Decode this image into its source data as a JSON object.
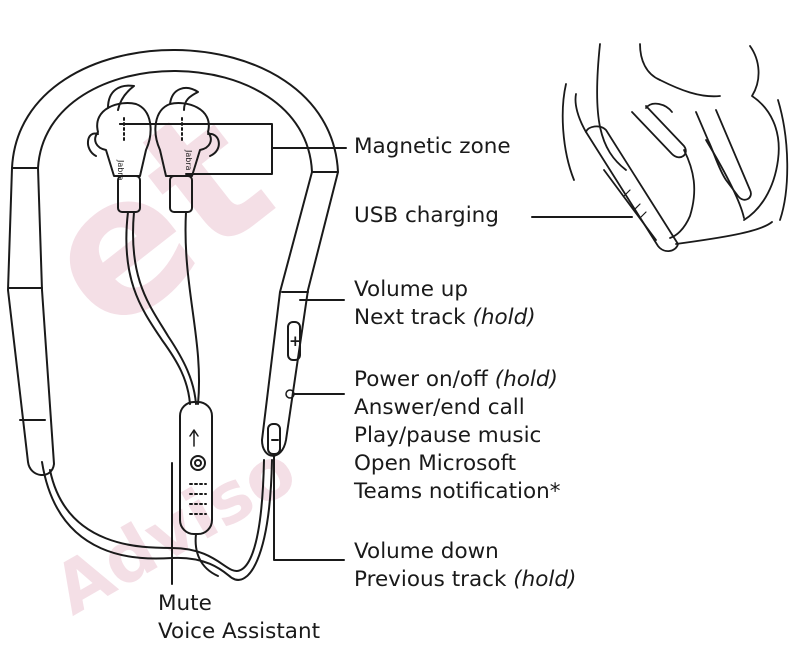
{
  "labels": {
    "magnetic_zone": "Magnetic zone",
    "usb_charging": "USB charging",
    "volume_up": "Volume up",
    "next_track": "Next track",
    "next_track_hint": "(hold)",
    "power": "Power on/off",
    "power_hint": "(hold)",
    "answer_end_call": "Answer/end call",
    "play_pause": "Play/pause music",
    "open_microsoft": "Open Microsoft",
    "teams_notification": "Teams notification*",
    "volume_down": "Volume down",
    "previous_track": "Previous track",
    "previous_track_hint": "(hold)",
    "mute": "Mute",
    "voice_assistant": "Voice Assistant"
  },
  "earbud_brand": "Jabra",
  "watermark": {
    "line1": "et",
    "line2": "Adviso"
  },
  "colors": {
    "line": "#1a1a1a",
    "watermark": "#e7b9c9"
  }
}
